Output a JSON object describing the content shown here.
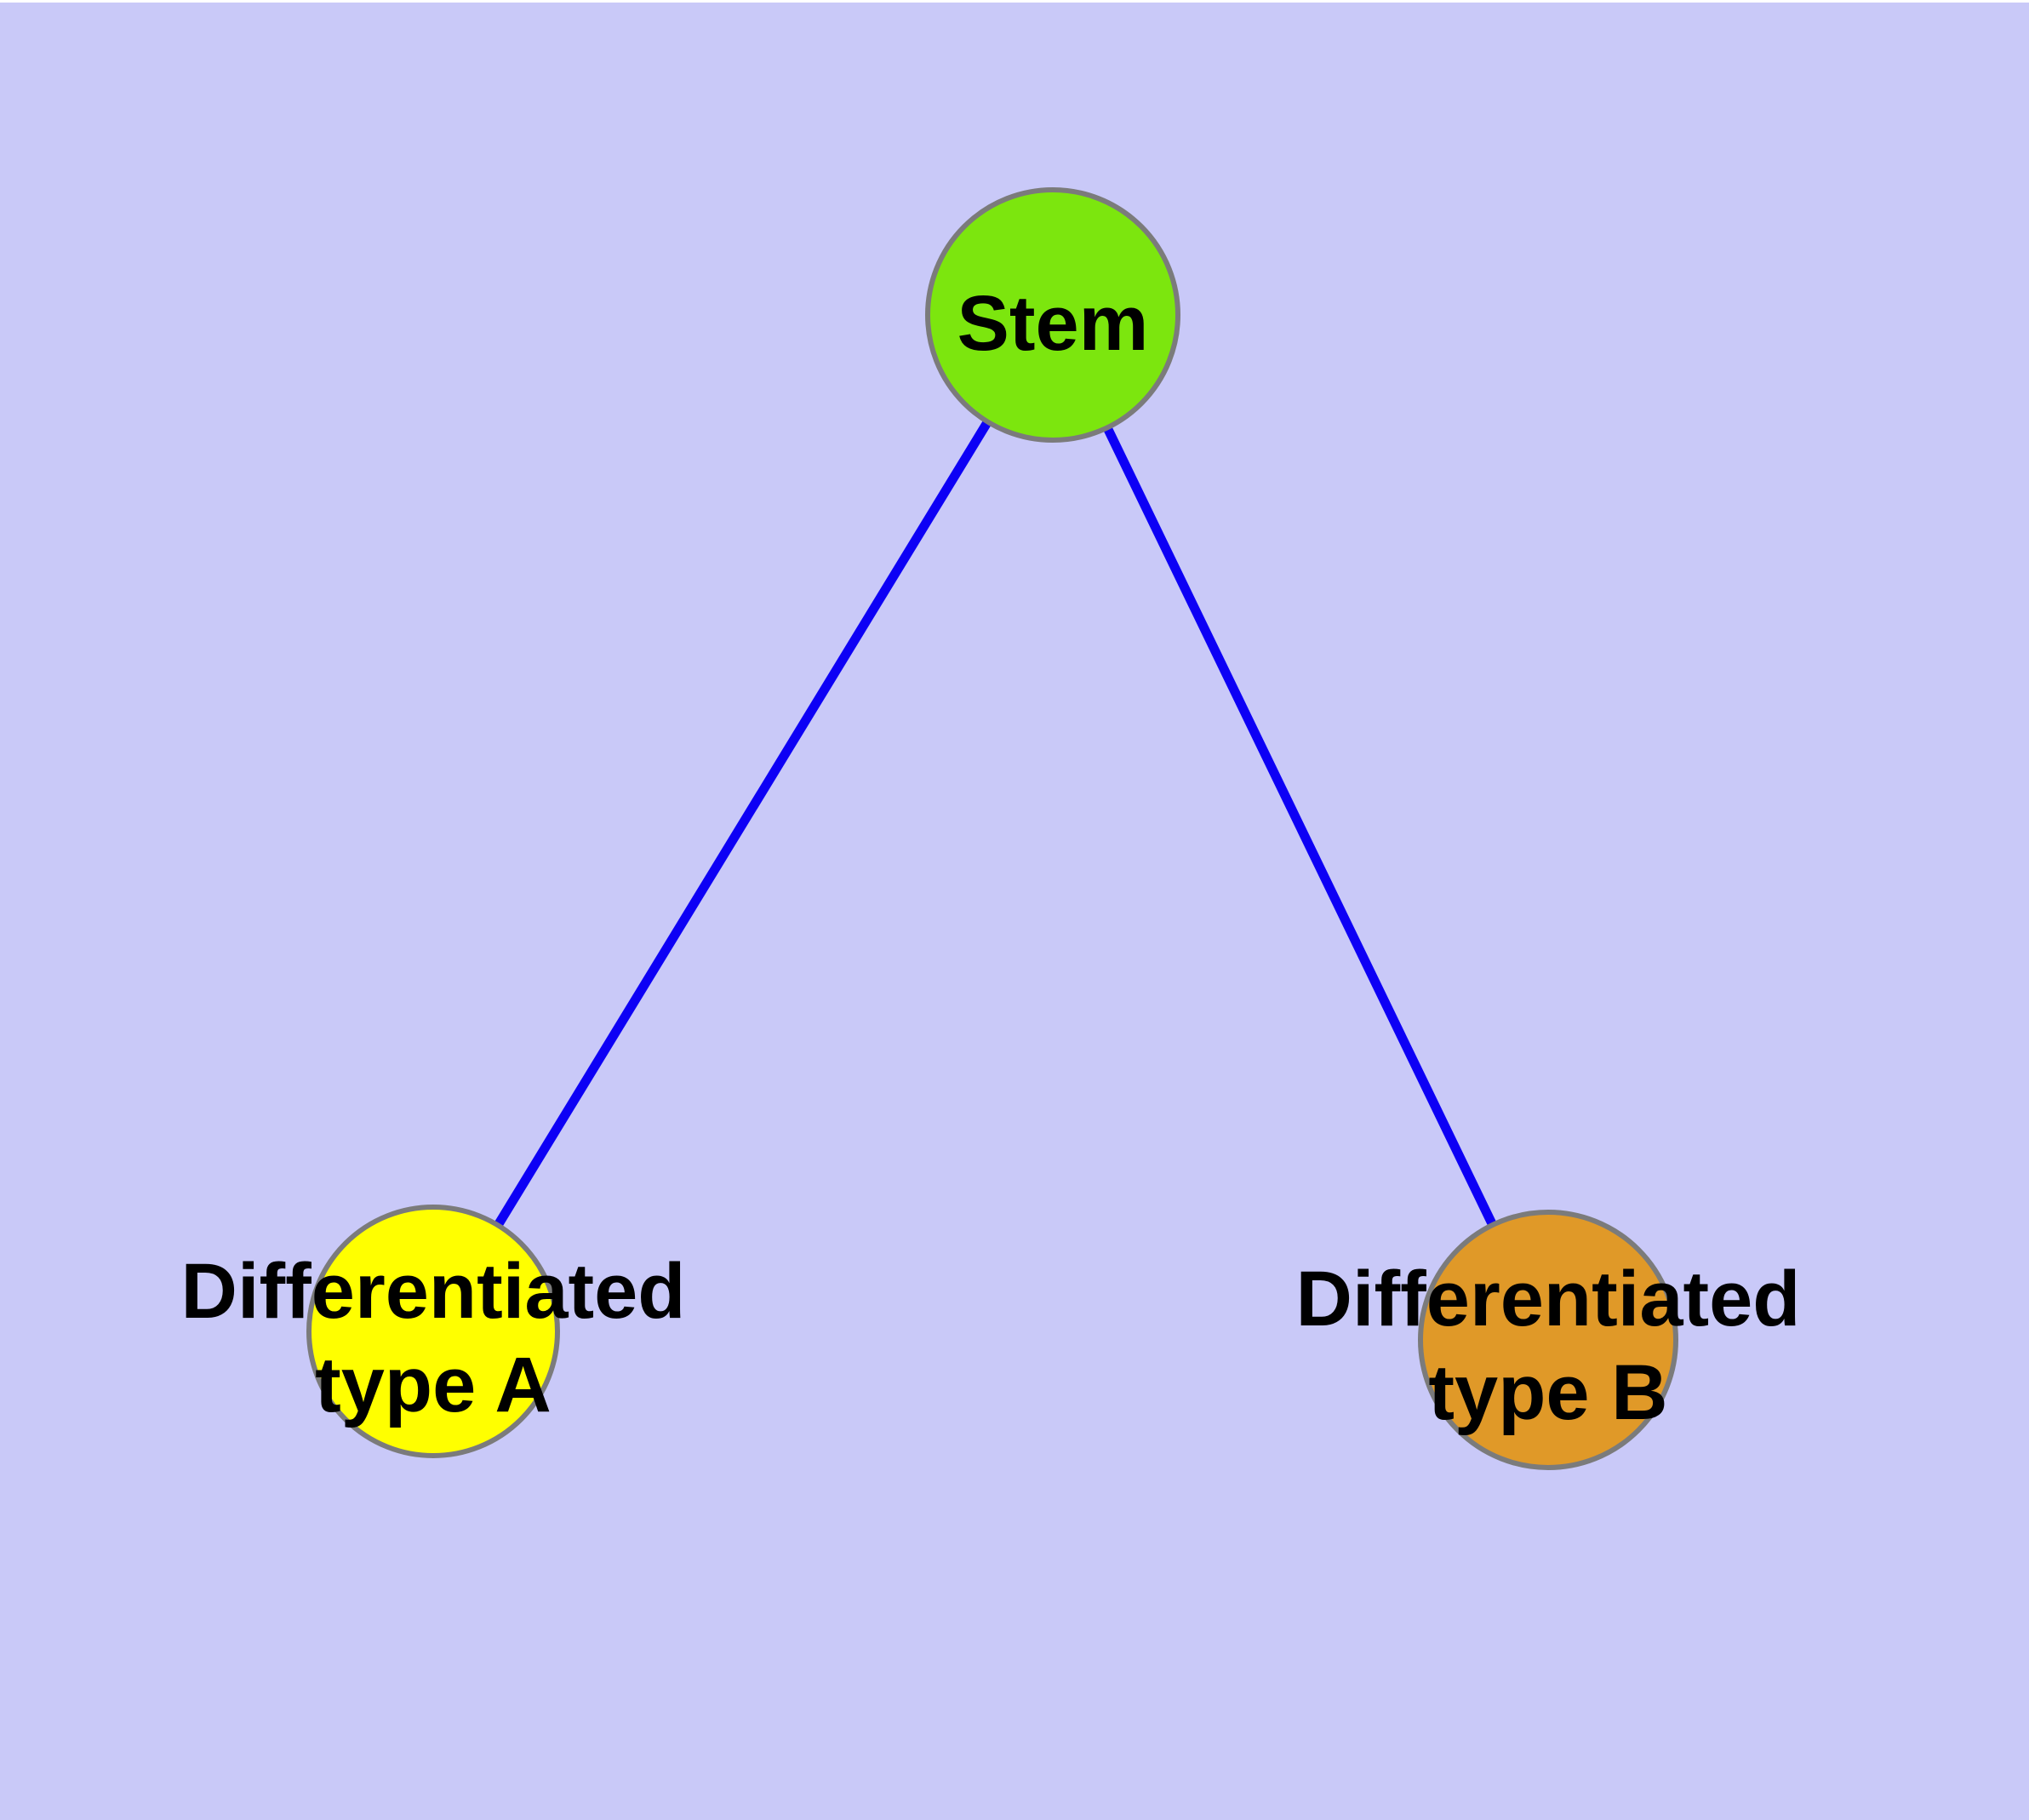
{
  "diagram": {
    "background_color": "#C9C9F8",
    "top_strip_color": "#FFFFFF",
    "edge_color": "#0D00F5",
    "node_border_color": "#7B7B7B",
    "label_color": "#000000",
    "nodes": {
      "stem": {
        "label": "Stem",
        "color": "#7CE60E"
      },
      "typeA": {
        "label_line1": "Differentiated",
        "label_line2": "type A",
        "color": "#FFFF00"
      },
      "typeB": {
        "label_line1": "Differentiated",
        "label_line2": "type B",
        "color": "#E09928"
      }
    },
    "edges": [
      {
        "source": "Stem",
        "target": "Differentiated type A"
      },
      {
        "source": "Stem",
        "target": "Differentiated type B"
      }
    ]
  }
}
